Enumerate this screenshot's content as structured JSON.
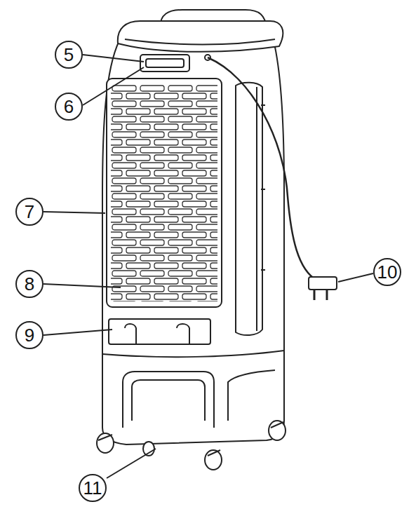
{
  "diagram": {
    "labels": [
      "5",
      "6",
      "7",
      "8",
      "9",
      "10",
      "11"
    ]
  }
}
